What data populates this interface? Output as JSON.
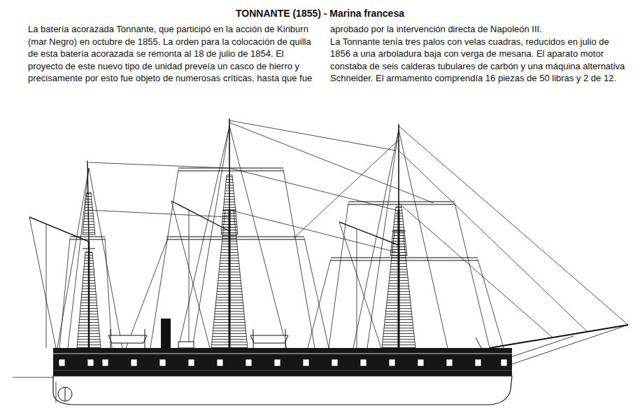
{
  "diagram": {
    "title": "TONNANTE (1855) - Marina francesa",
    "labels": [
      "La batería acorazada Tonnante, que participó en la acción de Kinburn (mar Negro) en octubre de 1855. La orden para la colocación de quilla de esta batería acorazada se remonta al 18 de julio de 1854. El proyecto de este nuevo tipo de unidad preveía un casco de hierro y precisamente por esto fue objeto de numerosas críticas, hasta que fue",
      "aprobado por la intervención directa de Napoleón III.",
      "La Tonnante tenía tres palos con velas cuadras, reducidos en julio de 1856 a una arboladura baja con verga de mesana. El aparato motor constaba de seis calderas tubulares de carbón y una máquina alternativa Schneider. El armamento comprendía 16 piezas de 50 libras y 2 de 12."
    ]
  }
}
